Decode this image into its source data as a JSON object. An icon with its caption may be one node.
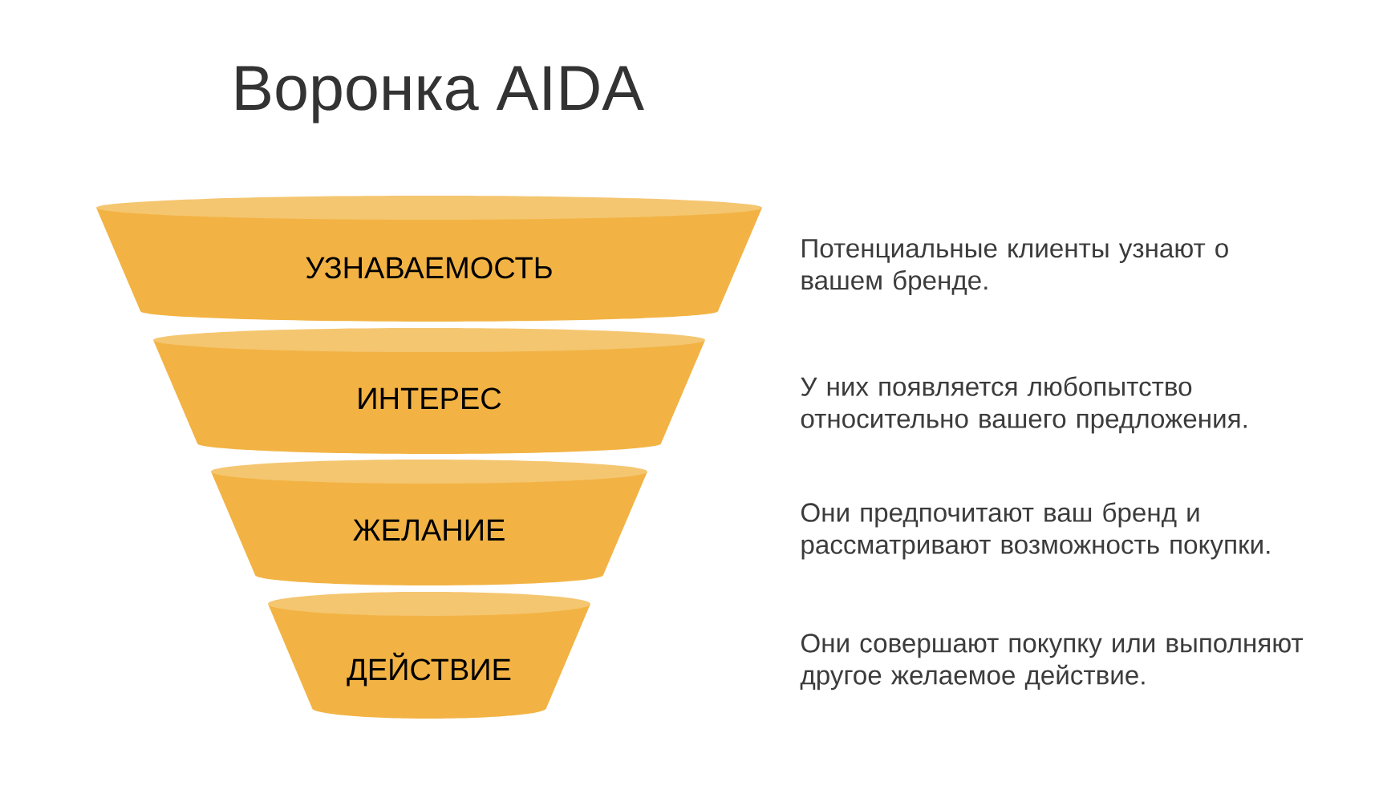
{
  "diagram": {
    "title": "Воронка AIDA",
    "nodes": [
      {
        "text": [
          "УЗНАВАЕМОСТЬ"
        ]
      },
      {
        "text": [
          "ИНТЕРЕС"
        ]
      },
      {
        "text": [
          "ЖЕЛАНИЕ"
        ]
      },
      {
        "text": [
          "ДЕЙСТВИЕ"
        ]
      }
    ],
    "labels": [
      "Потенциальные клиенты узнают о вашем бренде.",
      "У них появляется любопытство относительно вашего предложения.",
      "Они предпочитают ваш бренд и рассматривают возможность покупки.",
      "Они совершают покупку или выполняют другое желаемое действие."
    ]
  }
}
